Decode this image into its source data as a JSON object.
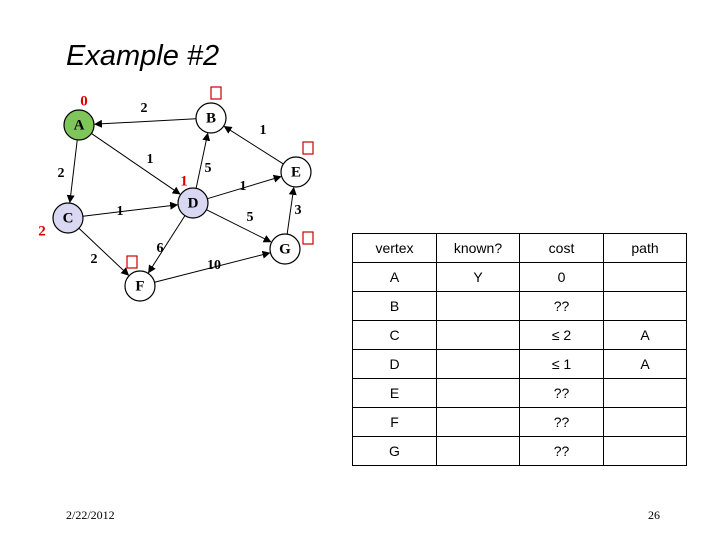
{
  "title": "Example #2",
  "graph": {
    "nodes": [
      {
        "id": "A",
        "label": "A",
        "fill": "#7fc65a",
        "dist": "0"
      },
      {
        "id": "B",
        "label": "B",
        "fill": "#ffffff",
        "dist": ""
      },
      {
        "id": "C",
        "label": "C",
        "fill": "#d8d8f2",
        "dist": "2"
      },
      {
        "id": "D",
        "label": "D",
        "fill": "#d8d8f2",
        "dist": "1"
      },
      {
        "id": "E",
        "label": "E",
        "fill": "#ffffff",
        "dist": ""
      },
      {
        "id": "F",
        "label": "F",
        "fill": "#ffffff",
        "dist": ""
      },
      {
        "id": "G",
        "label": "G",
        "fill": "#ffffff",
        "dist": ""
      }
    ],
    "edges": [
      {
        "from": "B",
        "to": "A",
        "weight": "2"
      },
      {
        "from": "A",
        "to": "C",
        "weight": "2"
      },
      {
        "from": "A",
        "to": "D",
        "weight": "1"
      },
      {
        "from": "E",
        "to": "B",
        "weight": "1"
      },
      {
        "from": "D",
        "to": "B",
        "weight": "5"
      },
      {
        "from": "C",
        "to": "D",
        "weight": "1"
      },
      {
        "from": "D",
        "to": "E",
        "weight": "1"
      },
      {
        "from": "G",
        "to": "E",
        "weight": "3"
      },
      {
        "from": "D",
        "to": "G",
        "weight": "5"
      },
      {
        "from": "C",
        "to": "F",
        "weight": "2"
      },
      {
        "from": "D",
        "to": "F",
        "weight": "6"
      },
      {
        "from": "F",
        "to": "G",
        "weight": "10"
      }
    ],
    "unknown_marker_nodes": [
      "B",
      "E",
      "G",
      "F"
    ]
  },
  "table": {
    "headers": [
      "vertex",
      "known?",
      "cost",
      "path"
    ],
    "rows": [
      [
        "A",
        "Y",
        "0",
        ""
      ],
      [
        "B",
        "",
        "??",
        ""
      ],
      [
        "C",
        "",
        "≤ 2",
        "A"
      ],
      [
        "D",
        "",
        "≤ 1",
        "A"
      ],
      [
        "E",
        "",
        "??",
        ""
      ],
      [
        "F",
        "",
        "??",
        ""
      ],
      [
        "G",
        "",
        "??",
        ""
      ]
    ]
  },
  "footer": {
    "date": "2/22/2012",
    "page": "26"
  }
}
